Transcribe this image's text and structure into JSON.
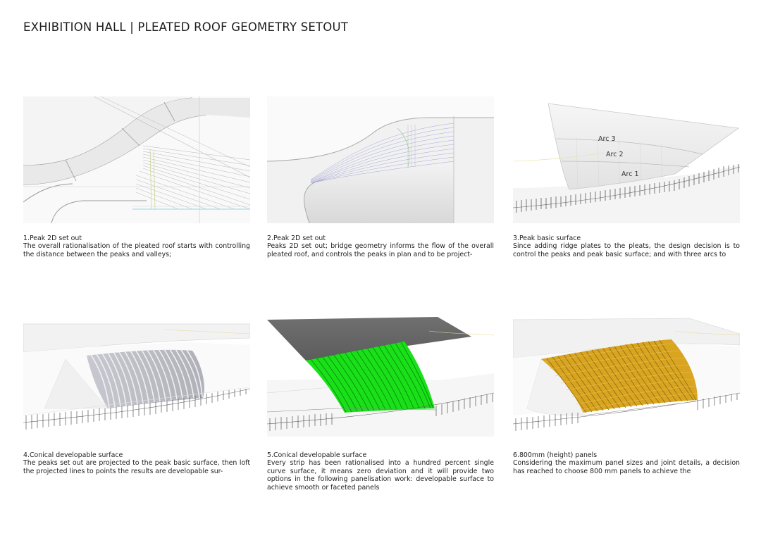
{
  "title": "EXHIBITION HALL | PLEATED ROOF GEOMETRY SETOUT",
  "panels": [
    {
      "title": "1.Peak 2D set out",
      "body": "The overall rationalisation of the pleated roof starts with controlling the distance between the peaks and valleys;"
    },
    {
      "title": "2.Peak 2D set out",
      "body": "Peaks 2D set out; bridge geometry informs the flow of the overall pleated roof, and controls the peaks in plan and to be project-"
    },
    {
      "title": "3.Peak basic surface",
      "body": "Since adding ridge plates to the pleats, the design decision is to control the peaks and peak basic surface; and with three arcs to",
      "labels": [
        "Arc 3",
        "Arc 2",
        "Arc 1"
      ]
    },
    {
      "title": "4.Conical developable surface",
      "body": "The peaks set out are projected to the peak basic surface, then loft the projected lines to points the results are developable sur-"
    },
    {
      "title": "5.Conical developable surface",
      "body": "Every strip has been rationalised into a hundred percent single curve surface, it means zero deviation and it will provide two options in the following panelisation work: developable surface to achieve smooth or faceted panels"
    },
    {
      "title": "6.800mm (height) panels",
      "body": "Considering the maximum panel sizes and joint details, a decision has reached to choose 800 mm panels to achieve the"
    }
  ],
  "colors": {
    "strip_green": "#19e019",
    "panel_gold": "#d9a520",
    "dark_surface": "#6b6b6b",
    "surface_light": "#ededed"
  }
}
